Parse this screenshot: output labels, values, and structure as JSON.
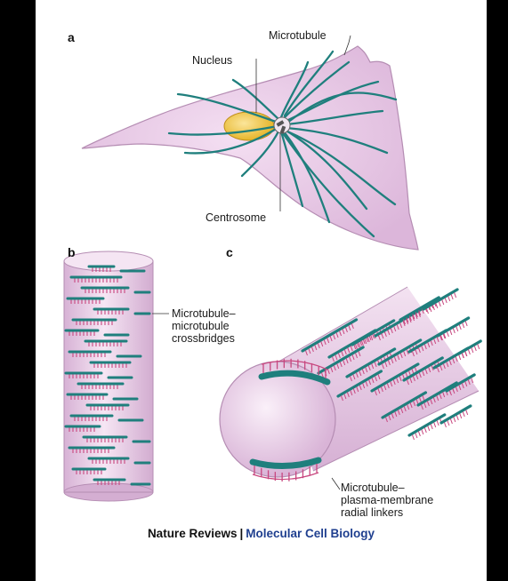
{
  "panels": {
    "a": {
      "letter": "a",
      "labels": {
        "microtubule": "Microtubule",
        "nucleus": "Nucleus",
        "centrosome": "Centrosome"
      }
    },
    "b": {
      "letter": "b",
      "labels": {
        "crossbridges": [
          "Microtubule–",
          "microtubule",
          "crossbridges"
        ]
      }
    },
    "c": {
      "letter": "c",
      "labels": {
        "radial_linkers": [
          "Microtubule–",
          "plasma-membrane",
          "radial linkers"
        ]
      }
    }
  },
  "footer": {
    "publisher": "Nature Reviews",
    "separator": "|",
    "journal": "Molecular Cell Biology"
  },
  "colors": {
    "background": "#000000",
    "panel": "#ffffff",
    "cell_fill": "#e8c8e6",
    "cell_edge": "#b58db3",
    "microtubule": "#1f7f7d",
    "nucleus": "#f3cf48",
    "linker": "#c8477f",
    "journal_blue": "#1f3f8f"
  }
}
